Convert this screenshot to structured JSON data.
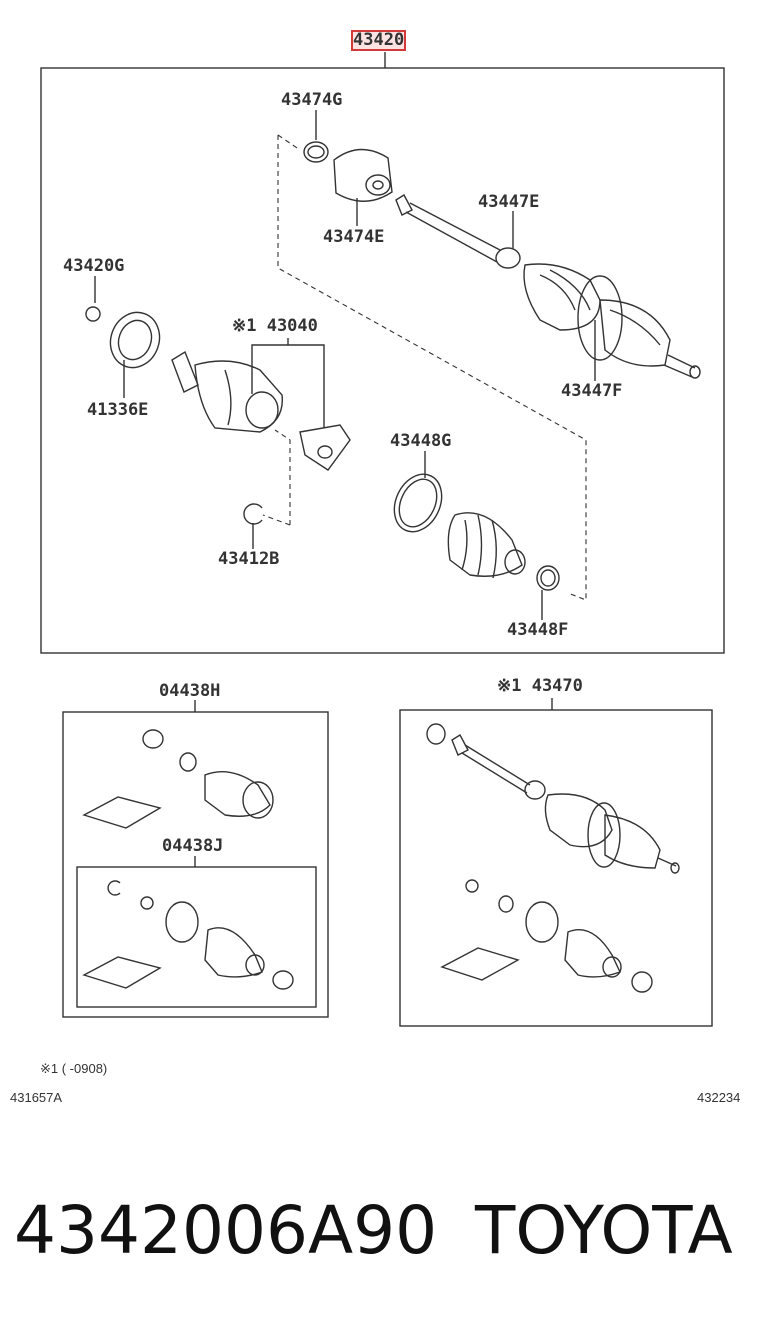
{
  "assembly": {
    "part_no": "43420"
  },
  "main_labels": {
    "l43474G": "43474G",
    "l43474E": "43474E",
    "l43447E": "43447E",
    "l43420G": "43420G",
    "l43040": "※1 43040",
    "l41336E": "41336E",
    "l43447F": "43447F",
    "l43448G": "43448G",
    "l43412B": "43412B",
    "l43448F": "43448F"
  },
  "kits": {
    "k04438H": "04438H",
    "k04438J": "04438J",
    "k43470": "※1 43470"
  },
  "footer": {
    "note": "※1 (      -0908)",
    "left_code": "431657A",
    "right_code": "432234"
  },
  "product": {
    "part_number": "4342006A90",
    "brand": "TOYOTA"
  }
}
